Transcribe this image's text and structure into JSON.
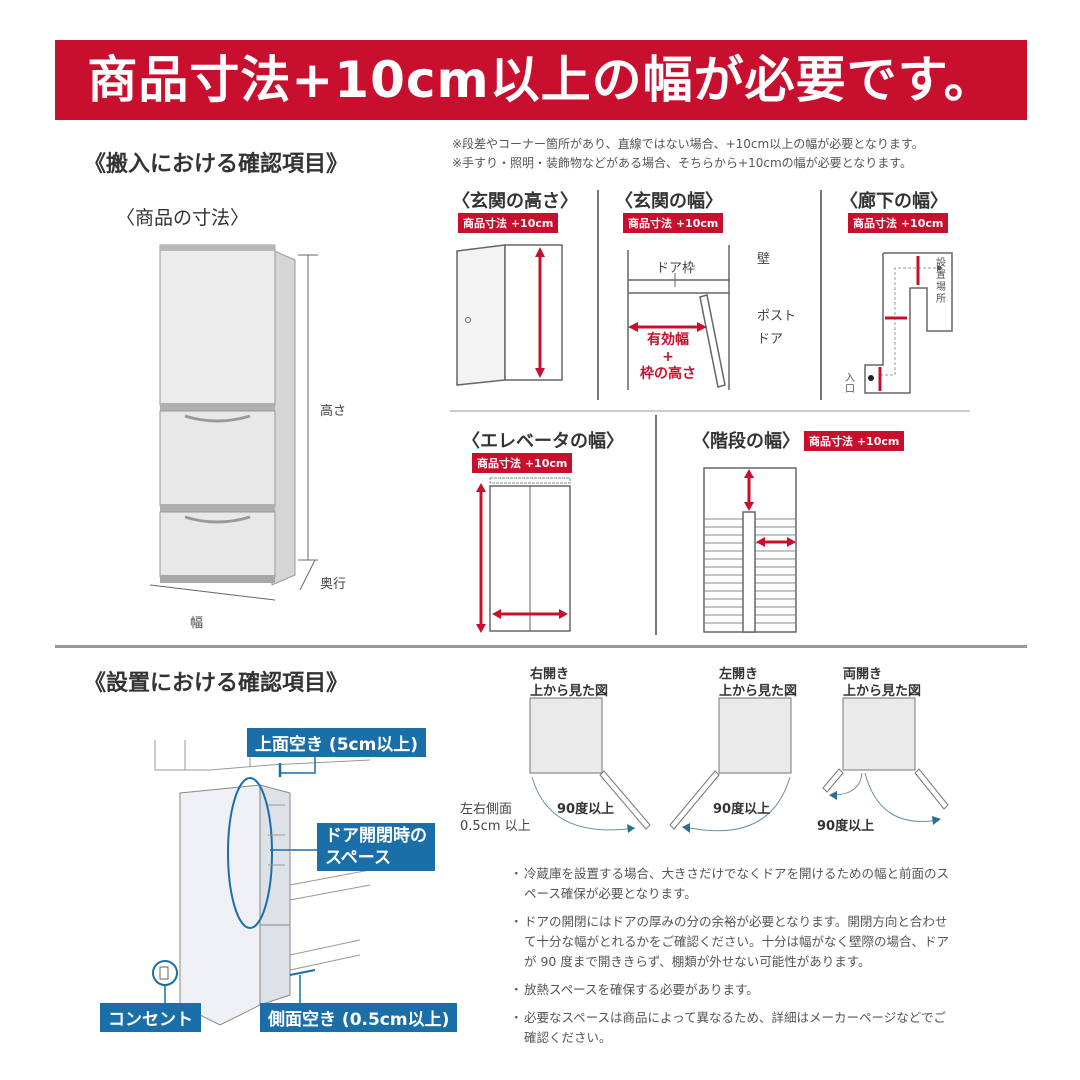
{
  "banner": {
    "text": "商品寸法+10cm以上の幅が必要です。",
    "color": "#c8102e"
  },
  "delivery": {
    "title": "《搬入における確認項目》",
    "notes": [
      "※段差やコーナー箇所があり、直線ではない場合、+10cm以上の幅が必要となります。",
      "※手すり・照明・装飾物などがある場合、そちらから+10cmの幅が必要となります。"
    ],
    "product_size": {
      "title": "〈商品の寸法〉",
      "labels": {
        "height": "高さ",
        "depth": "奥行",
        "width": "幅"
      }
    },
    "diagrams": [
      {
        "title": "〈玄関の高さ〉",
        "badge": "商品寸法 +10cm"
      },
      {
        "title": "〈玄関の幅〉",
        "badge": "商品寸法 +10cm",
        "labels": {
          "frame": "ドア枠",
          "wall": "壁",
          "post": "ポスト",
          "door": "ドア",
          "effective_width": "有効幅",
          "plus": "+",
          "frame_height": "枠の高さ"
        }
      },
      {
        "title": "〈廊下の幅〉",
        "badge": "商品寸法 +10cm",
        "labels": {
          "destination": "設置場所",
          "entrance": "入口"
        }
      },
      {
        "title": "〈エレベータの幅〉",
        "badge": "商品寸法 +10cm"
      },
      {
        "title": "〈階段の幅〉",
        "badge": "商品寸法 +10cm"
      }
    ],
    "accent_color": "#c8102e"
  },
  "installation": {
    "title": "《設置における確認項目》",
    "callouts": {
      "top_clearance": "上面空き (5cm以上)",
      "door_space_line1": "ドア開閉時の",
      "door_space_line2": "スペース",
      "outlet": "コンセント",
      "side_clearance": "側面空き (0.5cm以上)"
    },
    "callout_color": "#1a6fa8",
    "door_types": [
      {
        "line1": "右開き",
        "line2": "上から見た図",
        "angle": "90度以上"
      },
      {
        "line1": "左開き",
        "line2": "上から見た図",
        "angle": "90度以上"
      },
      {
        "line1": "両開き",
        "line2": "上から見た図",
        "angle": "90度以上"
      }
    ],
    "side_note_line1": "左右側面",
    "side_note_line2": "0.5cm 以上",
    "bullets": [
      {
        "dot": "・",
        "text": "冷蔵庫を設置する場合、大きさだけでなくドアを開けるための幅と前面のスペース確保が必要となります。"
      },
      {
        "dot": "・",
        "text": "ドアの開閉にはドアの厚みの分の余裕が必要となります。開閉方向と合わせて十分な幅がとれるかをご確認ください。十分は幅がなく壁際の場合、ドアが 90 度まで開ききらず、棚類が外せない可能性があります。"
      },
      {
        "dot": "・",
        "text": "放熱スペースを確保する必要があります。"
      },
      {
        "dot": "・",
        "text": "必要なスペースは商品によって異なるため、詳細はメーカーページなどでご確認ください。"
      }
    ]
  }
}
